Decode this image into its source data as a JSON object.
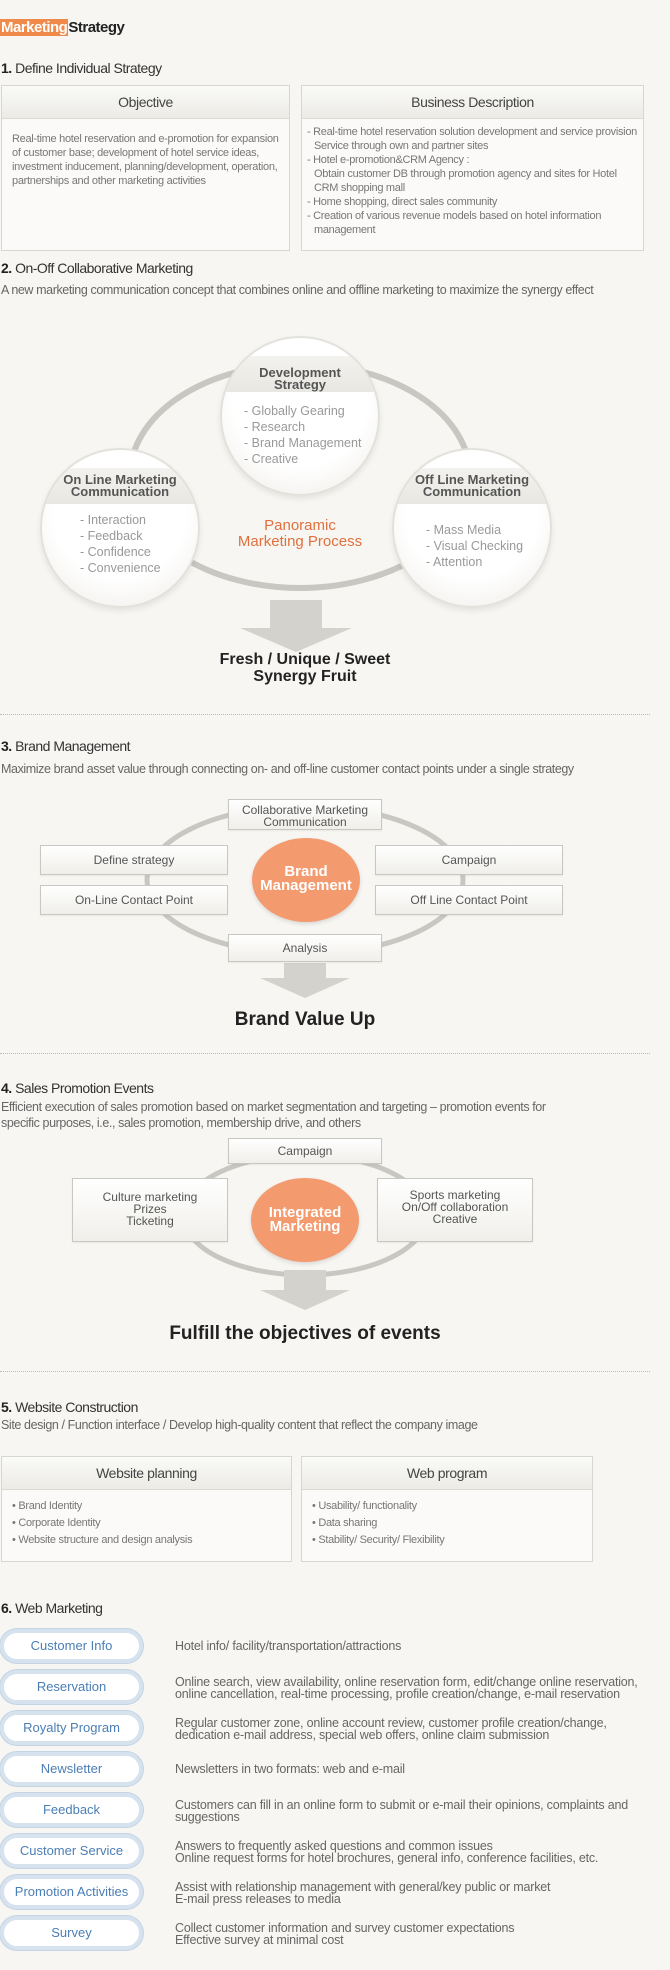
{
  "page": {
    "title_highlight": "Marketing",
    "title_rest": "Strategy"
  },
  "s1": {
    "num": "1.",
    "title": "Define Individual Strategy",
    "objective": {
      "header": "Objective",
      "body": "Real-time hotel reservation and e-promotion for expansion of customer base; development of hotel service ideas, investment inducement, planning/development, operation, partnerships and other marketing activities"
    },
    "business": {
      "header": "Business Description",
      "lines": [
        "- Real-time hotel reservation solution development and service provision",
        "Service through own and partner sites",
        "- Hotel e-promotion&CRM Agency :",
        "Obtain customer DB through promotion agency and sites for Hotel CRM shopping mall",
        "- Home shopping, direct sales community",
        "- Creation of various revenue models based on hotel information management"
      ]
    }
  },
  "s2": {
    "num": "2.",
    "title": "On-Off Collaborative Marketing",
    "desc": "A new marketing communication concept that combines online and offline marketing to maximize the synergy effect",
    "dev": {
      "title1": "Development",
      "title2": "Strategy",
      "items": [
        "- Globally Gearing",
        "- Research",
        "- Brand Management",
        "- Creative"
      ]
    },
    "online": {
      "title1": "On Line Marketing",
      "title2": "Communication",
      "items": [
        "- Interaction",
        "- Feedback",
        "- Confidence",
        "- Convenience"
      ]
    },
    "offline": {
      "title1": "Off Line Marketing",
      "title2": "Communication",
      "items": [
        "- Mass Media",
        "- Visual Checking",
        "- Attention"
      ]
    },
    "center1": "Panoramic",
    "center2": "Marketing Process",
    "result1": "Fresh / Unique / Sweet",
    "result2": "Synergy Fruit"
  },
  "s3": {
    "num": "3.",
    "title": "Brand Management",
    "desc": "Maximize brand asset value through connecting on- and off-line customer contact points under a single strategy",
    "top1": "Collaborative Marketing",
    "top2": "Communication",
    "define": "Define strategy",
    "online": "On-Line Contact Point",
    "campaign": "Campaign",
    "offline": "Off Line Contact Point",
    "analysis": "Analysis",
    "center1": "Brand",
    "center2": "Management",
    "result": "Brand Value Up"
  },
  "s4": {
    "num": "4.",
    "title": "Sales Promotion Events",
    "desc1": "Efficient execution of sales promotion based on market segmentation and targeting – promotion events for",
    "desc2": "specific purposes, i.e., sales promotion, membership drive, and others",
    "campaign": "Campaign",
    "left": [
      "Culture marketing",
      "Prizes",
      "Ticketing"
    ],
    "right": [
      "Sports marketing",
      "On/Off collaboration",
      "Creative"
    ],
    "center1": "Integrated",
    "center2": "Marketing",
    "result": "Fulfill the objectives of events"
  },
  "s5": {
    "num": "5.",
    "title": "Website Construction",
    "desc": "Site design / Function interface / Develop high-quality content that reflect the company image",
    "planning": {
      "header": "Website planning",
      "items": [
        "Brand Identity",
        "Corporate Identity",
        "Website structure and design analysis"
      ]
    },
    "program": {
      "header": "Web program",
      "items": [
        "Usability/ functionality",
        "Data sharing",
        "Stability/ Security/ Flexibility"
      ]
    }
  },
  "s6": {
    "num": "6.",
    "title": "Web Marketing",
    "rows": [
      {
        "label": "Customer Info",
        "l1": "Hotel info/ facility/transportation/attractions",
        "l2": ""
      },
      {
        "label": "Reservation",
        "l1": "Online search, view availability, online reservation form, edit/change online reservation,",
        "l2": "online cancellation, real-time processing, profile creation/change, e-mail reservation"
      },
      {
        "label": "Royalty Program",
        "l1": "Regular customer zone, online account review, customer profile creation/change,",
        "l2": "dedication e-mail address, special web offers, online claim submission"
      },
      {
        "label": "Newsletter",
        "l1": "Newsletters in two formats: web and e-mail",
        "l2": ""
      },
      {
        "label": "Feedback",
        "l1": "Customers can fill in an online form to submit or e-mail their opinions, complaints and",
        "l2": "suggestions"
      },
      {
        "label": "Customer Service",
        "l1": "Answers to frequently asked questions and common issues",
        "l2": "Online request forms for hotel brochures, general info, conference facilities, etc."
      },
      {
        "label": "Promotion Activities",
        "l1": "Assist with relationship management with general/key public or market",
        "l2": "E-mail press releases to media"
      },
      {
        "label": "Survey",
        "l1": "Collect customer information and survey customer expectations",
        "l2": "Effective survey at minimal cost"
      }
    ]
  }
}
